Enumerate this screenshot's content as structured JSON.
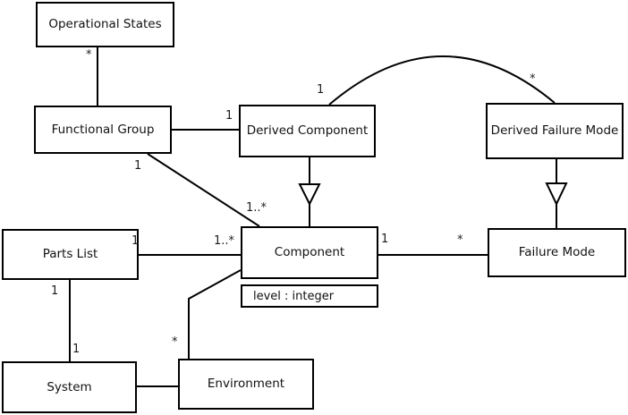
{
  "diagram_type": "uml-class-diagram",
  "classes": {
    "operational_states": {
      "name": "Operational States"
    },
    "functional_group": {
      "name": "Functional Group"
    },
    "derived_component": {
      "name": "Derived Component"
    },
    "derived_failure_mode": {
      "name": "Derived Failure Mode"
    },
    "component": {
      "name": "Component",
      "attribute": "level : integer"
    },
    "failure_mode": {
      "name": "Failure Mode"
    },
    "parts_list": {
      "name": "Parts List"
    },
    "system": {
      "name": "System"
    },
    "environment": {
      "name": "Environment"
    }
  },
  "relations": [
    {
      "id": "fg-os",
      "type": "association",
      "source": "Functional Group",
      "target": "Operational States",
      "target_mult": "*"
    },
    {
      "id": "fg-dc",
      "type": "association",
      "source": "Functional Group",
      "target": "Derived Component",
      "target_mult": "1"
    },
    {
      "id": "fg-comp",
      "type": "association",
      "source": "Functional Group",
      "target": "Component",
      "source_mult": "1",
      "target_mult": "1..*"
    },
    {
      "id": "pl-comp",
      "type": "association",
      "source": "Parts List",
      "target": "Component",
      "source_mult": "1",
      "target_mult": "1..*"
    },
    {
      "id": "comp-fm",
      "type": "association",
      "source": "Component",
      "target": "Failure Mode",
      "source_mult": "1",
      "target_mult": "*"
    },
    {
      "id": "pl-sys",
      "type": "association",
      "source": "Parts List",
      "target": "System",
      "source_mult": "1",
      "target_mult": "1"
    },
    {
      "id": "comp-env",
      "type": "association",
      "source": "Component",
      "target": "Environment",
      "target_mult": "*"
    },
    {
      "id": "sys-env",
      "type": "association",
      "source": "System",
      "target": "Environment"
    },
    {
      "id": "dc-comp",
      "type": "generalization",
      "source": "Derived Component",
      "target": "Component"
    },
    {
      "id": "dfm-fm",
      "type": "generalization",
      "source": "Derived Failure Mode",
      "target": "Failure Mode"
    },
    {
      "id": "dc-dfm",
      "type": "association",
      "source": "Derived Component",
      "target": "Derived Failure Mode",
      "source_mult": "1",
      "target_mult": "*"
    }
  ],
  "colors": {
    "stroke": "#000000",
    "background": "#ffffff"
  }
}
